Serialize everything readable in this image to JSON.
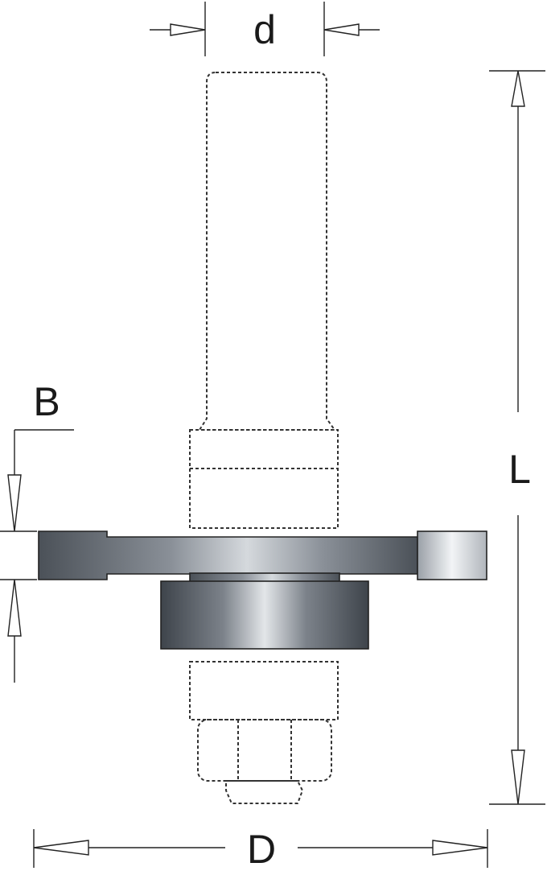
{
  "labels": {
    "shank_diameter": "d",
    "height": "B",
    "length": "L",
    "diameter": "D"
  },
  "colors": {
    "line": "#222222",
    "metal_dark": "#4a5058",
    "metal_light": "#e6e9ec",
    "background": "#ffffff"
  }
}
